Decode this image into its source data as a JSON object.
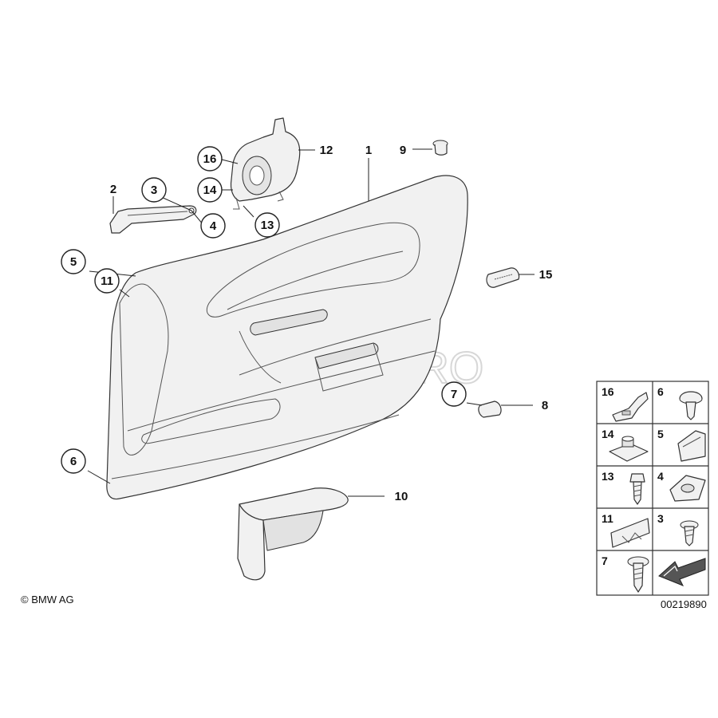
{
  "callouts": [
    {
      "id": "c1",
      "label": "1",
      "circled": false
    },
    {
      "id": "c2",
      "label": "2",
      "circled": false
    },
    {
      "id": "c3",
      "label": "3",
      "circled": true
    },
    {
      "id": "c4",
      "label": "4",
      "circled": true
    },
    {
      "id": "c5",
      "label": "5",
      "circled": true
    },
    {
      "id": "c6",
      "label": "6",
      "circled": true
    },
    {
      "id": "c7",
      "label": "7",
      "circled": true
    },
    {
      "id": "c8",
      "label": "8",
      "circled": false
    },
    {
      "id": "c9",
      "label": "9",
      "circled": false
    },
    {
      "id": "c10",
      "label": "10",
      "circled": false
    },
    {
      "id": "c11",
      "label": "11",
      "circled": true
    },
    {
      "id": "c12",
      "label": "12",
      "circled": false
    },
    {
      "id": "c13",
      "label": "13",
      "circled": true
    },
    {
      "id": "c14",
      "label": "14",
      "circled": true
    },
    {
      "id": "c15",
      "label": "15",
      "circled": false
    },
    {
      "id": "c16",
      "label": "16",
      "circled": true
    }
  ],
  "legend_grid": [
    {
      "label": "16",
      "icon": "clip-icon"
    },
    {
      "label": "6",
      "icon": "expanding-rivet-icon"
    },
    {
      "label": "14",
      "icon": "speed-nut-icon"
    },
    {
      "label": "5",
      "icon": "bracket-clip-icon"
    },
    {
      "label": "13",
      "icon": "screw-icon"
    },
    {
      "label": "4",
      "icon": "clip-nut-icon"
    },
    {
      "label": "11",
      "icon": "guide-rail-icon"
    },
    {
      "label": "3",
      "icon": "hex-screw-icon"
    },
    {
      "label": "7",
      "icon": "flat-head-screw-icon"
    },
    {
      "label": "",
      "icon": "arrow-icon"
    }
  ],
  "copyright": "© BMW AG",
  "diagram_number": "00219890",
  "watermark": "FCP EURO",
  "colors": {
    "line": "#333333",
    "fill": "#f1f1f1",
    "watermark": "#d7d7d7"
  }
}
